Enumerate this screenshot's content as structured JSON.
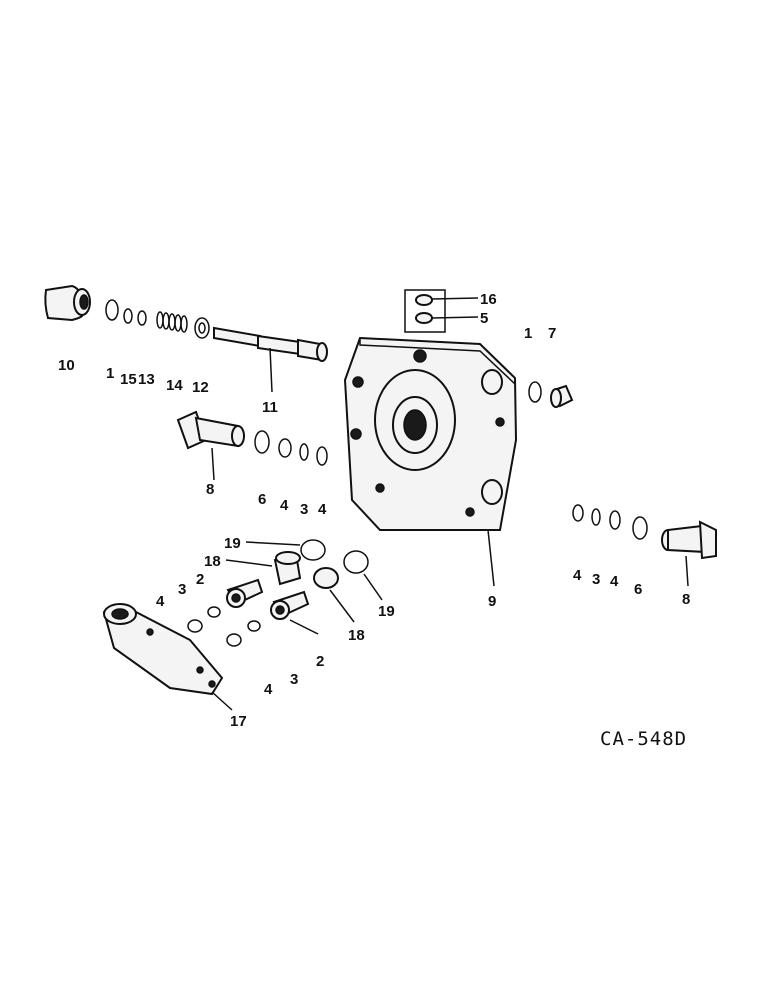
{
  "diagram": {
    "code": "CA-548D",
    "labels": [
      {
        "id": "l10",
        "text": "10"
      },
      {
        "id": "l1a",
        "text": "1"
      },
      {
        "id": "l15",
        "text": "15"
      },
      {
        "id": "l13",
        "text": "13"
      },
      {
        "id": "l14",
        "text": "14"
      },
      {
        "id": "l12",
        "text": "12"
      },
      {
        "id": "l11",
        "text": "11"
      },
      {
        "id": "l16",
        "text": "16"
      },
      {
        "id": "l5",
        "text": "5"
      },
      {
        "id": "l1b",
        "text": "1"
      },
      {
        "id": "l7",
        "text": "7"
      },
      {
        "id": "l8a",
        "text": "8"
      },
      {
        "id": "l6a",
        "text": "6"
      },
      {
        "id": "l4a",
        "text": "4"
      },
      {
        "id": "l3a",
        "text": "3"
      },
      {
        "id": "l4b",
        "text": "4"
      },
      {
        "id": "l9",
        "text": "9"
      },
      {
        "id": "l4c",
        "text": "4"
      },
      {
        "id": "l3b",
        "text": "3"
      },
      {
        "id": "l4d",
        "text": "4"
      },
      {
        "id": "l6b",
        "text": "6"
      },
      {
        "id": "l8b",
        "text": "8"
      },
      {
        "id": "l19a",
        "text": "19"
      },
      {
        "id": "l18a",
        "text": "18"
      },
      {
        "id": "l2a",
        "text": "2"
      },
      {
        "id": "l3c",
        "text": "3"
      },
      {
        "id": "l4e",
        "text": "4"
      },
      {
        "id": "l19b",
        "text": "19"
      },
      {
        "id": "l18b",
        "text": "18"
      },
      {
        "id": "l2b",
        "text": "2"
      },
      {
        "id": "l3d",
        "text": "3"
      },
      {
        "id": "l4f",
        "text": "4"
      },
      {
        "id": "l17",
        "text": "17"
      }
    ]
  }
}
